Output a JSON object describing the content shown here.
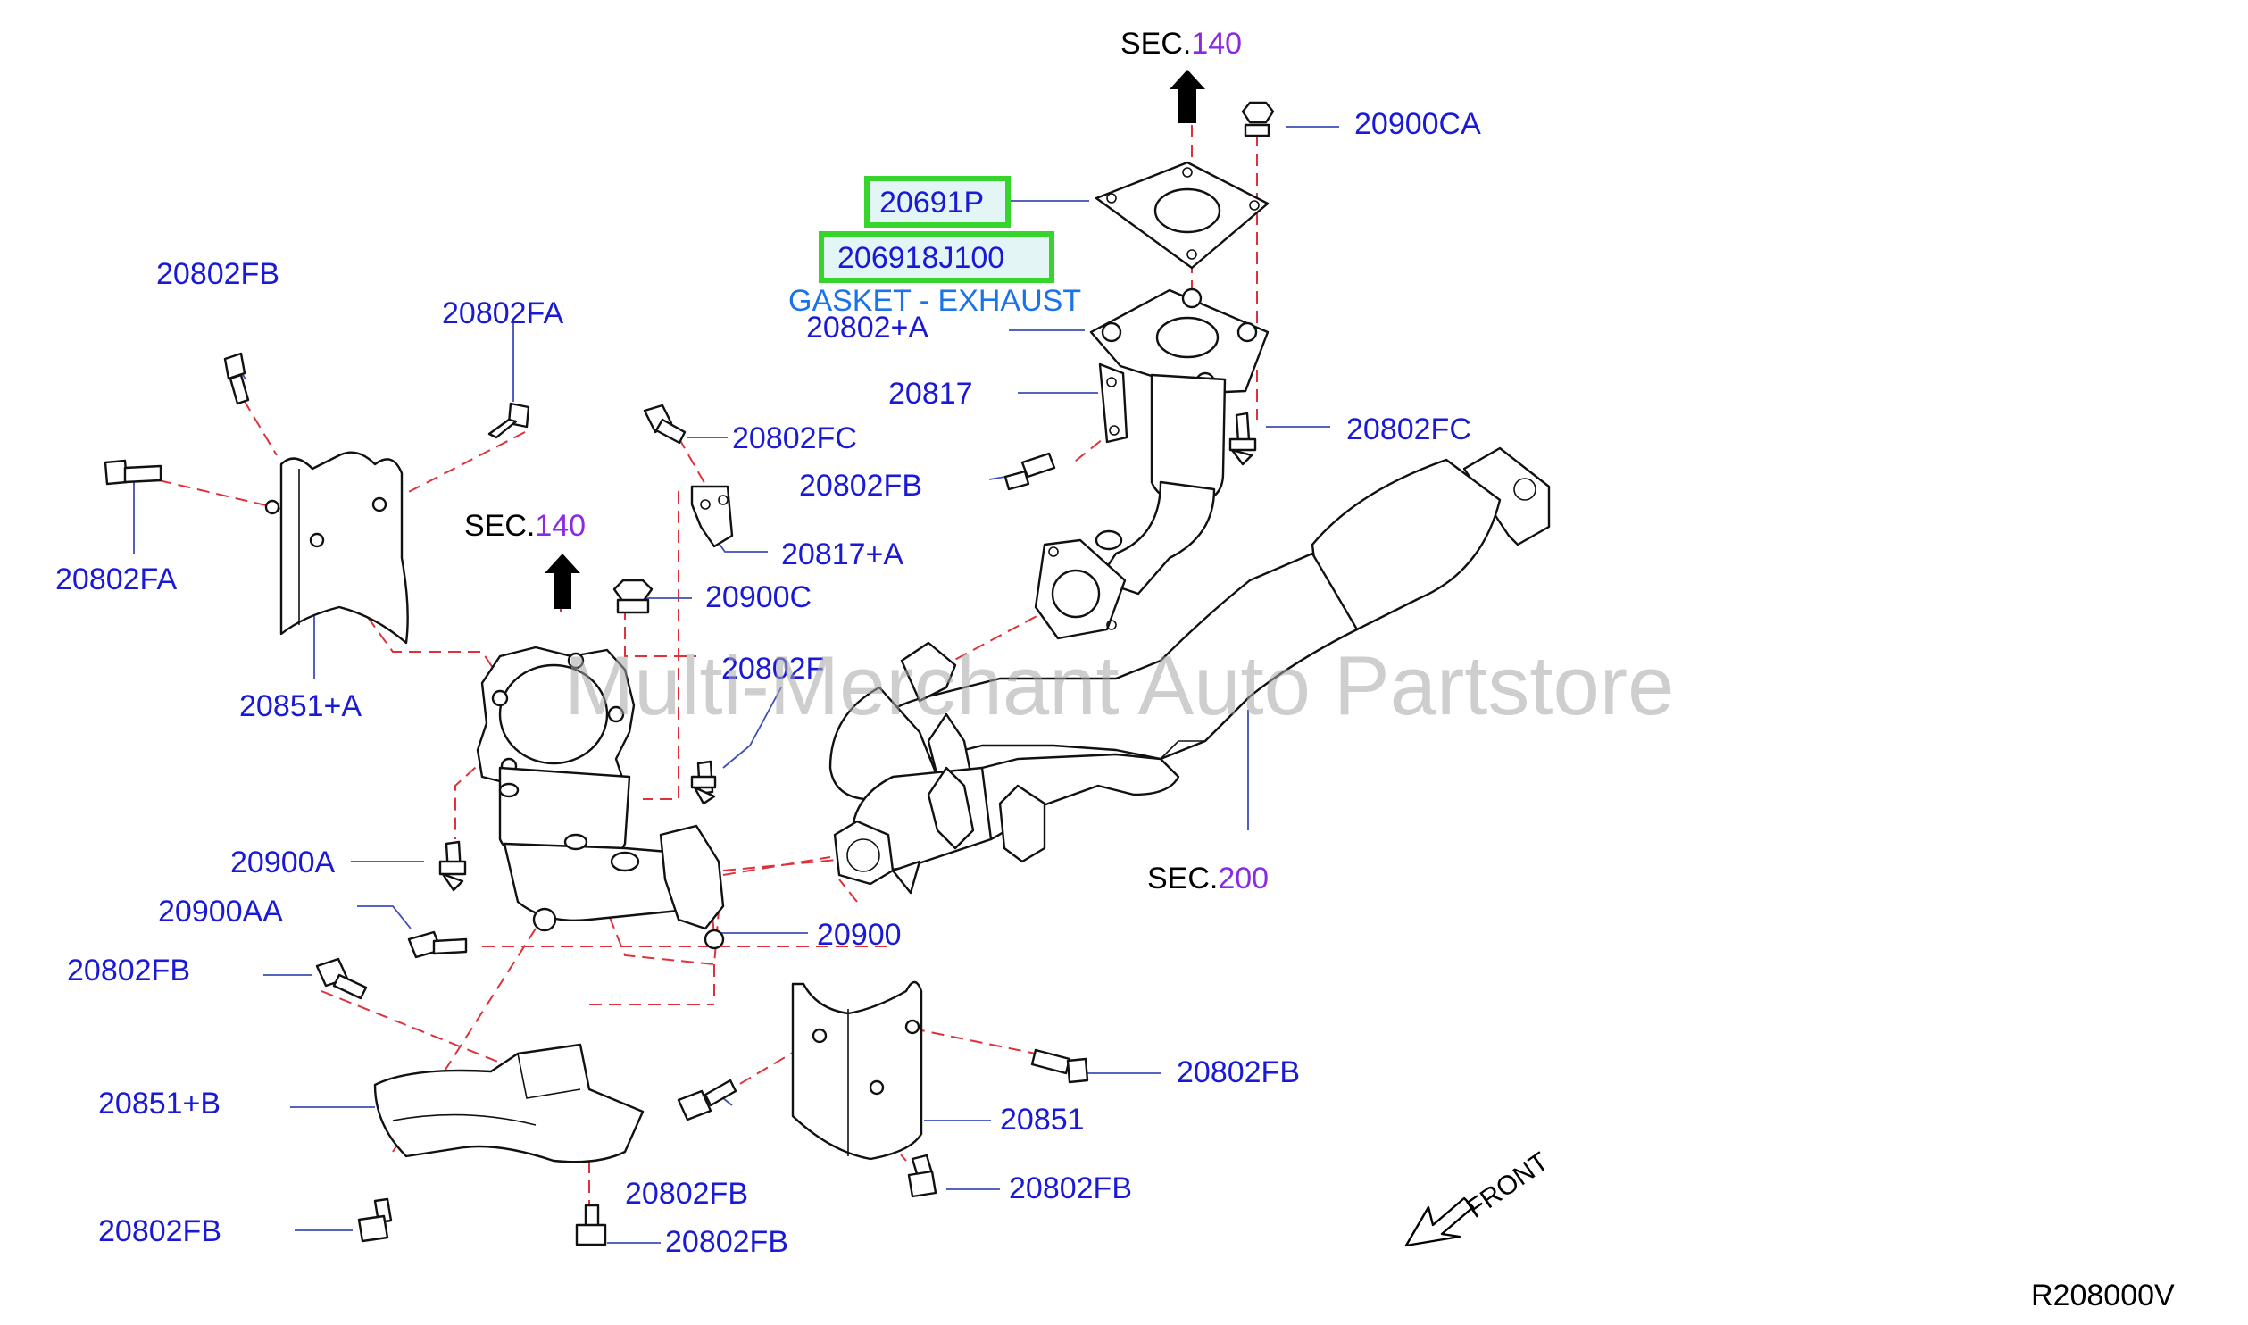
{
  "labels": {
    "sec140_top": "SEC.",
    "sec140_top_num": "140",
    "p20900CA": "20900CA",
    "p20691P": "20691P",
    "p206918J100": "206918J100",
    "gasket_desc": "GASKET - EXHAUST",
    "p20802A": "20802+A",
    "p20817": "20817",
    "p20802FC_right": "20802FC",
    "p20802FB_mid": "20802FB",
    "p20802FB_topleft": "20802FB",
    "p20802FA_top": "20802FA",
    "p20802FC_left": "20802FC",
    "p20817A": "20817+A",
    "sec140_mid": "SEC.",
    "sec140_mid_num": "140",
    "p20802FA_left": "20802FA",
    "p20900C": "20900C",
    "p20802F": "20802F",
    "p20851A": "20851+A",
    "p20900A": "20900A",
    "p20900AA": "20900AA",
    "p20900": "20900",
    "sec200": "SEC.",
    "sec200_num": "200",
    "p20802FB_left": "20802FB",
    "p20802FB_right": "20802FB",
    "p20851B": "20851+B",
    "p20851": "20851",
    "p20802FB_bottom_mid": "20802FB",
    "p20802FB_bottom_right": "20802FB",
    "p20802FB_bottom_left": "20802FB",
    "p20802FB_bottom_center": "20802FB",
    "front": "FRONT",
    "ref_code": "R208000V",
    "watermark": "Multi-Merchant Auto Partstore"
  },
  "colors": {
    "label": "#1a1ad6",
    "section_number": "#8a2be2",
    "description": "#1a73e8",
    "highlight_border": "#37d42e",
    "dash_line": "#e0313a"
  }
}
